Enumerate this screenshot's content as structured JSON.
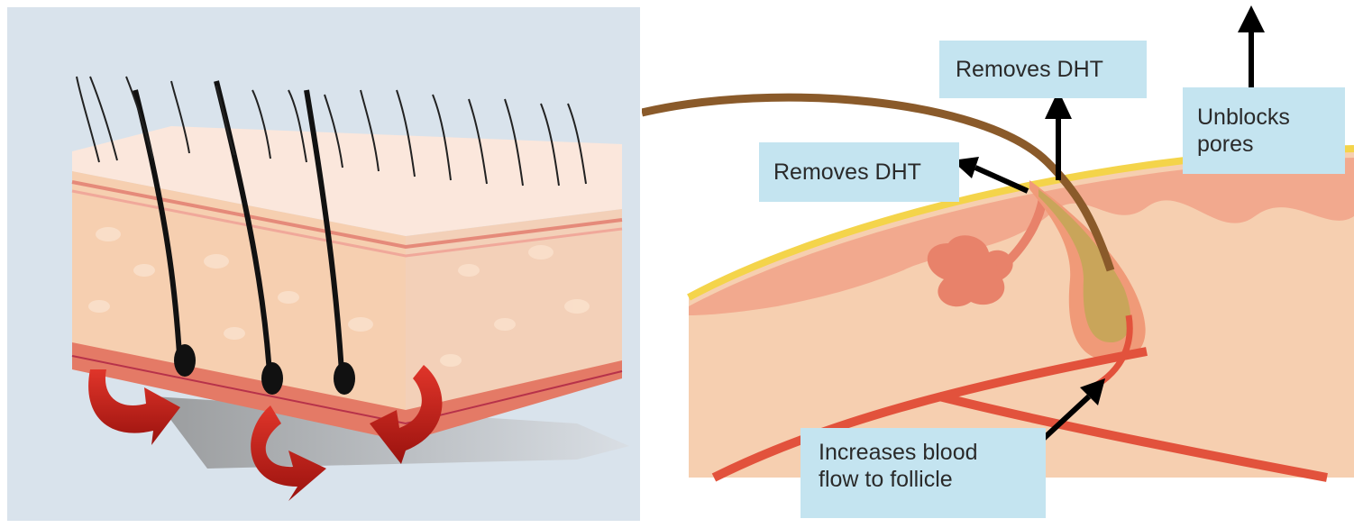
{
  "diagram": {
    "labels": {
      "removes_dht_top": "Removes DHT",
      "removes_dht_left": "Removes DHT",
      "unblocks_pores": "Unblocks\npores",
      "blood_flow": "Increases blood\nflow to follicle"
    },
    "colors": {
      "label_bg": "#c4e4f0",
      "skin": "#f6cfb0",
      "dermis_pink": "#f2a98e",
      "blood_vessel": "#e2523c",
      "hair": "#1a1a1a",
      "arrow_red": "#c0201a",
      "epidermis_yellow": "#f4d44a",
      "left_background": "#d9e3ec"
    },
    "icons": [
      "curved-red-arrow",
      "black-arrow"
    ]
  }
}
